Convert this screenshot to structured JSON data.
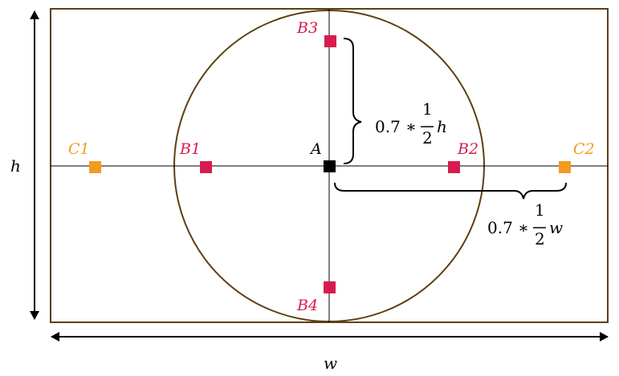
{
  "colors": {
    "frame": "#5c3f12",
    "axis": "#000000",
    "point_b": "#d81b4e",
    "point_c": "#f29c1f",
    "point_a": "#000000"
  },
  "labels": {
    "w": "w",
    "h": "h",
    "A": "A",
    "B1": "B1",
    "B2": "B2",
    "B3": "B3",
    "B4": "B4",
    "C1": "C1",
    "C2": "C2"
  },
  "formulas": {
    "vertical": {
      "coef": "0.7 ∗",
      "num": "1",
      "den": "2",
      "var": "h"
    },
    "horizontal": {
      "coef": "0.7 ∗",
      "num": "1",
      "den": "2",
      "var": "w"
    }
  }
}
